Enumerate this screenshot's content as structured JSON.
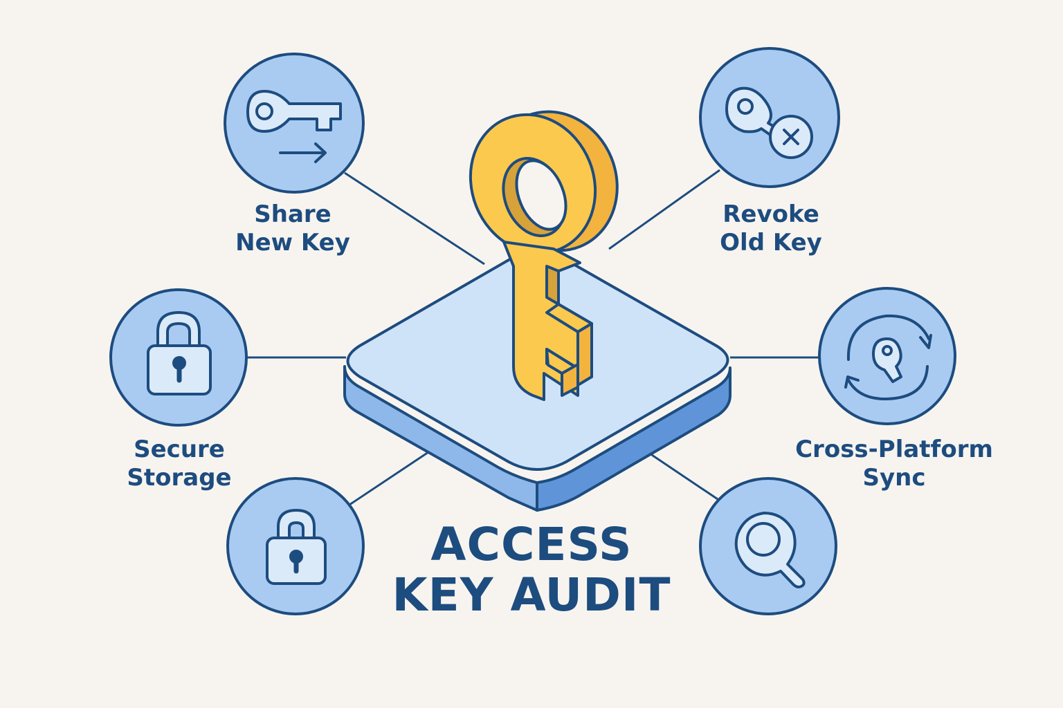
{
  "diagram": {
    "title_lines": [
      "ACCESS",
      "KEY AUDIT"
    ],
    "center": {
      "icon": "golden-key-icon",
      "platform": "isometric-platform"
    },
    "nodes": [
      {
        "id": "share-new-key",
        "icon": "key-arrow-icon",
        "label_lines": [
          "Share",
          "New Key"
        ]
      },
      {
        "id": "revoke-old-key",
        "icon": "key-cancel-icon",
        "label_lines": [
          "Revoke",
          "Old Key"
        ]
      },
      {
        "id": "secure-storage",
        "icon": "padlock-icon",
        "label_lines": [
          "Secure",
          "Storage"
        ]
      },
      {
        "id": "cross-platform-sync",
        "icon": "key-sync-icon",
        "label_lines": [
          "Cross-Platform",
          "Sync"
        ]
      },
      {
        "id": "lock",
        "icon": "padlock-icon",
        "label_lines": []
      },
      {
        "id": "search",
        "icon": "magnifier-icon",
        "label_lines": []
      }
    ]
  },
  "colors": {
    "background": "#f7f4ef",
    "outline": "#1d4c7f",
    "circle_fill": "#a9cbf2",
    "icon_fill": "#dbeaf9",
    "platform_top": "#cfe3f8",
    "platform_side_left": "#8fb8ea",
    "platform_side_right": "#5f95d8",
    "key_front": "#fbc94d",
    "key_side": "#f3b33f",
    "key_shadow": "#d7a23a"
  }
}
